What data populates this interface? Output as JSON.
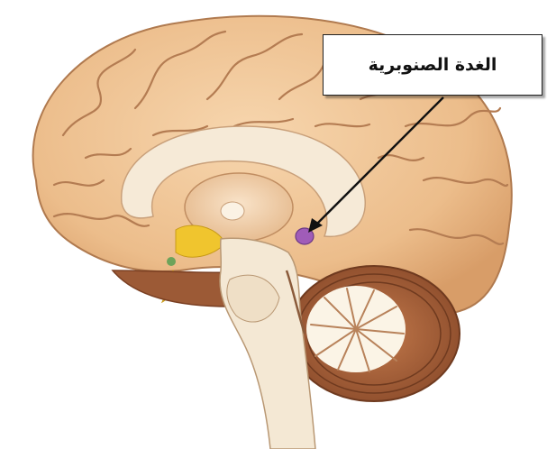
{
  "label": {
    "text": "الغدة الصنوبرية"
  },
  "structures": {
    "cerebrum": "cerebrum",
    "cerebellum": "cerebellum",
    "brainstem": "brainstem",
    "pineal_gland": "pineal-gland",
    "pituitary_gland": "pituitary-gland"
  },
  "colors": {
    "cortex_fill": "#f0c79a",
    "cortex_edge": "#b07a4f",
    "white_matter": "#f6ead7",
    "cerebellum_outer": "#a6623c",
    "cerebellum_inner": "#fbf4e6",
    "brainstem": "#f4e8d4",
    "pineal": "#a05cb8",
    "hypothalamus": "#f0c52e",
    "arrow": "#111111"
  }
}
